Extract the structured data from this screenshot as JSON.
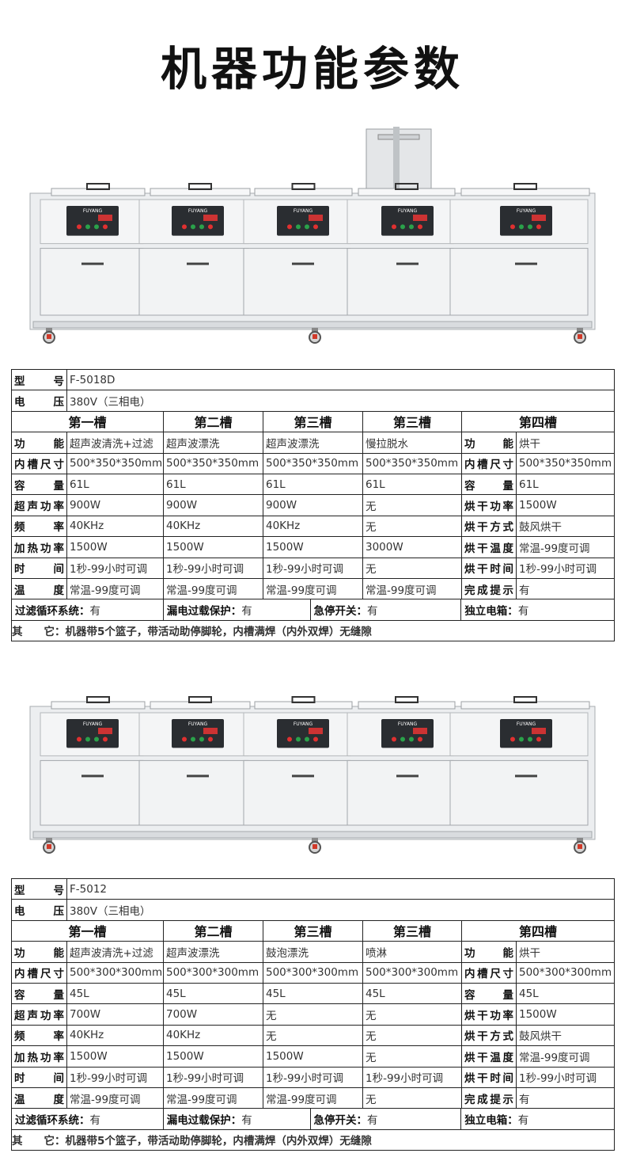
{
  "title": "机器功能参数",
  "tables": [
    {
      "model_label": "型号",
      "model": "F-5018D",
      "voltage_label": "电压",
      "voltage": "380V（三相电）",
      "headers": [
        "第一槽",
        "第二槽",
        "第三槽",
        "第三槽",
        "第四槽"
      ],
      "rows": [
        [
          "功能",
          "超声波清洗+过滤",
          "超声波漂洗",
          "超声波漂洗",
          "慢拉脱水",
          "功能",
          "烘干"
        ],
        [
          "内槽尺寸",
          "500*350*350mm",
          "500*350*350mm",
          "500*350*350mm",
          "500*350*350mm",
          "内槽尺寸",
          "500*350*350mm"
        ],
        [
          "容量",
          "61L",
          "61L",
          "61L",
          "61L",
          "容量",
          "61L"
        ],
        [
          "超声功率",
          "900W",
          "900W",
          "900W",
          "无",
          "烘干功率",
          "1500W"
        ],
        [
          "频率",
          "40KHz",
          "40KHz",
          "40KHz",
          "无",
          "烘干方式",
          "鼓风烘干"
        ],
        [
          "加热功率",
          "1500W",
          "1500W",
          "1500W",
          "3000W",
          "烘干温度",
          "常温-99度可调"
        ],
        [
          "时间",
          "1秒-99小时可调",
          "1秒-99小时可调",
          "1秒-99小时可调",
          "无",
          "烘干时间",
          "1秒-99小时可调"
        ],
        [
          "温度",
          "常温-99度可调",
          "常温-99度可调",
          "常温-99度可调",
          "常温-99度可调",
          "完成提示",
          "有"
        ]
      ],
      "features": [
        {
          "label": "过滤循环系统：",
          "value": "有"
        },
        {
          "label": "漏电过载保护：",
          "value": "有"
        },
        {
          "label": "急停开关：",
          "value": "有"
        },
        {
          "label": "独立电箱：",
          "value": "有"
        }
      ],
      "other_label": "其　　它：",
      "other": "机器带5个篮子，带活动助停脚轮，内槽满焊（内外双焊）无缝隙"
    },
    {
      "model_label": "型号",
      "model": "F-5012",
      "voltage_label": "电压",
      "voltage": "380V（三相电）",
      "headers": [
        "第一槽",
        "第二槽",
        "第三槽",
        "第三槽",
        "第四槽"
      ],
      "rows": [
        [
          "功能",
          "超声波清洗+过滤",
          "超声波漂洗",
          "鼓泡漂洗",
          "喷淋",
          "功能",
          "烘干"
        ],
        [
          "内槽尺寸",
          "500*300*300mm",
          "500*300*300mm",
          "500*300*300mm",
          "500*300*300mm",
          "内槽尺寸",
          "500*300*300mm"
        ],
        [
          "容量",
          "45L",
          "45L",
          "45L",
          "45L",
          "容量",
          "45L"
        ],
        [
          "超声功率",
          "700W",
          "700W",
          "无",
          "无",
          "烘干功率",
          "1500W"
        ],
        [
          "频率",
          "40KHz",
          "40KHz",
          "无",
          "无",
          "烘干方式",
          "鼓风烘干"
        ],
        [
          "加热功率",
          "1500W",
          "1500W",
          "1500W",
          "无",
          "烘干温度",
          "常温-99度可调"
        ],
        [
          "时间",
          "1秒-99小时可调",
          "1秒-99小时可调",
          "1秒-99小时可调",
          "1秒-99小时可调",
          "烘干时间",
          "1秒-99小时可调"
        ],
        [
          "温度",
          "常温-99度可调",
          "常温-99度可调",
          "常温-99度可调",
          "无",
          "完成提示",
          "有"
        ]
      ],
      "features": [
        {
          "label": "过滤循环系统：",
          "value": "有"
        },
        {
          "label": "漏电过载保护：",
          "value": "有"
        },
        {
          "label": "急停开关：",
          "value": "有"
        },
        {
          "label": "独立电箱：",
          "value": "有"
        }
      ],
      "other_label": "其　　它：",
      "other": "机器带5个篮子，带活动助停脚轮，内槽满焊（内外双焊）无缝隙"
    }
  ],
  "machines": [
    {
      "brand": "FUYANG",
      "has_lift_frame": true
    },
    {
      "brand": "FUYANG",
      "has_lift_frame": false
    }
  ]
}
